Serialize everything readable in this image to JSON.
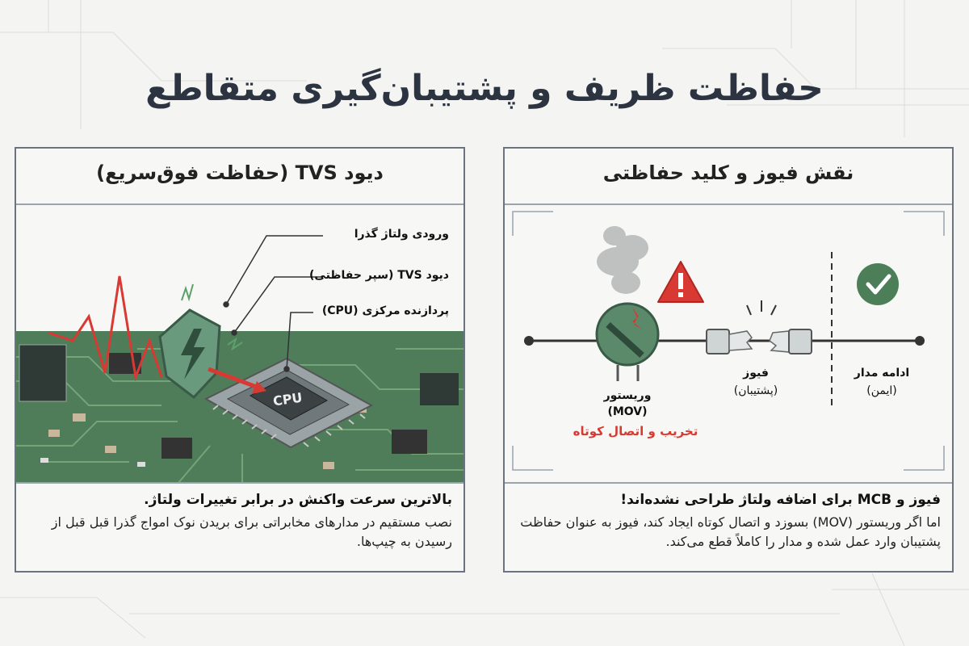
{
  "page_title": "حفاظت ظریف و پشتیبان‌گیری متقاطع",
  "left_panel": {
    "title": "دیود TVS (حفاظت فوق‌سریع)",
    "callouts": {
      "input_voltage": "ورودی ولتاژ گذرا",
      "tvs_diode": "دیود TVS (سپر حفاظتی)",
      "cpu": "پردازنده مرکزی (CPU)"
    },
    "chip_label": "CPU",
    "footer_heading": "بالاترین سرعت واکنش در برابر تغییرات ولتاژ.",
    "footer_body": "نصب مستقیم در مدارهای مخابراتی برای بریدن نوک امواج گذرا قبل قبل از رسیدن به چیپ‌ها."
  },
  "right_panel": {
    "title": "نقش فیوز و کلید حفاظتی",
    "varistor_name": "وریستور",
    "varistor_code": "(MOV)",
    "varistor_status": "تخریب و اتصال کوتاه",
    "fuse_name": "فیوز",
    "fuse_role": "(پشتیبان)",
    "circuit_name": "ادامه مدار",
    "circuit_state": "(ایمن)",
    "footer_heading": "فیوز و MCB برای اضافه ولتاژ طراحی نشده‌اند!",
    "footer_body": "اما اگر وریستور (MOV) بسوزد و اتصال کوتاه ایجاد کند، فیوز به عنوان حفاظت پشتیبان وارد عمل شده و مدار را کاملاً قطع می‌کند."
  },
  "colors": {
    "pcb_green": "#4f7d5a",
    "trace_green": "#7fae7f",
    "danger_red": "#d83a33",
    "ok_green": "#4c7f58",
    "varistor_green": "#5b8a6a",
    "title_dark": "#2b3440"
  },
  "icons": [
    "warning-icon",
    "check-icon",
    "lightning-icon",
    "shield-icon",
    "smoke-icon"
  ]
}
